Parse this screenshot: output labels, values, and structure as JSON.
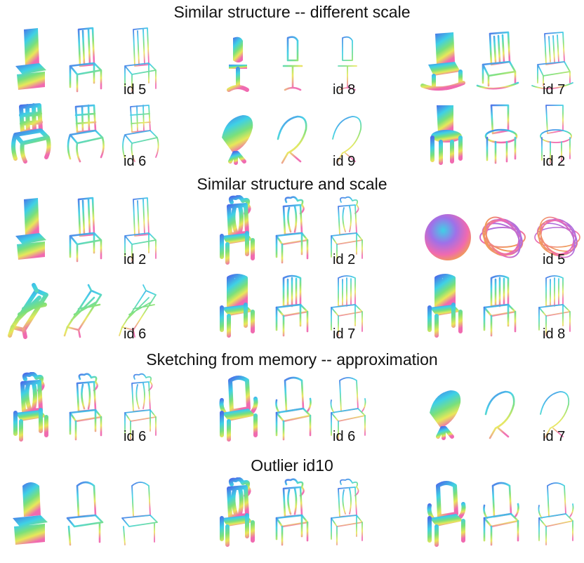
{
  "sections": [
    {
      "title": "Similar structure -- different scale",
      "rows": [
        {
          "triplets": [
            {
              "style": "tall",
              "label": "id 5"
            },
            {
              "style": "stool",
              "label": "id 8"
            },
            {
              "style": "rocker",
              "label": "id 7"
            }
          ]
        },
        {
          "triplets": [
            {
              "style": "grid",
              "label": "id 6"
            },
            {
              "style": "shell",
              "label": "id 9"
            },
            {
              "style": "round",
              "label": "id 2"
            }
          ]
        }
      ]
    },
    {
      "title": "Similar structure and scale",
      "rows": [
        {
          "triplets": [
            {
              "style": "tall",
              "label": "id 2"
            },
            {
              "style": "ornate",
              "label": "id 2"
            },
            {
              "style": "sphere",
              "label": "id 5"
            }
          ]
        },
        {
          "triplets": [
            {
              "style": "lounge",
              "label": "id 6"
            },
            {
              "style": "spindle",
              "label": "id 7"
            },
            {
              "style": "spindle",
              "label": "id 8"
            }
          ]
        }
      ]
    },
    {
      "title": "Sketching from memory -- approximation",
      "rows": [
        {
          "triplets": [
            {
              "style": "ornate",
              "label": "id 6"
            },
            {
              "style": "armchair",
              "label": "id 6"
            },
            {
              "style": "shell",
              "label": "id 7"
            }
          ]
        }
      ]
    },
    {
      "title": "Outlier id10",
      "rows": [
        {
          "triplets": [
            {
              "style": "throne",
              "label": ""
            },
            {
              "style": "ornate",
              "label": ""
            },
            {
              "style": "armchair",
              "label": ""
            }
          ]
        }
      ]
    }
  ],
  "palette": {
    "blue": "#4a6ee8",
    "cyan": "#3fd0e6",
    "green": "#7be07a",
    "yellow": "#e8e85a",
    "pink": "#f06ab0",
    "orange": "#f0a050",
    "purple": "#a070e8"
  }
}
